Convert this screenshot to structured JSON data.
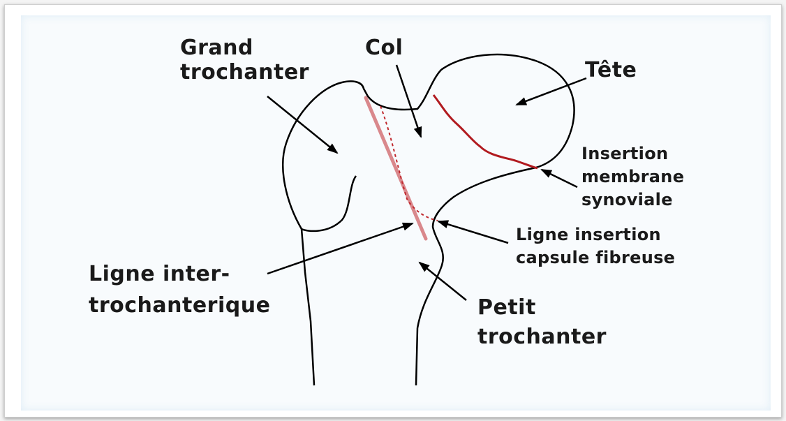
{
  "labels": {
    "grand_trochanter_1": "Grand",
    "grand_trochanter_2": "trochanter",
    "col": "Col",
    "tete": "Tête",
    "insertion_membrane_1": "Insertion",
    "insertion_membrane_2": "membrane",
    "insertion_membrane_3": "synoviale",
    "ligne_capsule_1": "Ligne insertion",
    "ligne_capsule_2": "capsule fibreuse",
    "ligne_inter_1": "Ligne inter-",
    "ligne_inter_2": "trochanterique",
    "petit_trochanter_1": "Petit",
    "petit_trochanter_2": "trochanter"
  },
  "colors": {
    "outline": "#000000",
    "synovial_line": "#b11a1f",
    "intertrochanteric_line": "#d9888c",
    "capsule_line": "#c0292e"
  }
}
